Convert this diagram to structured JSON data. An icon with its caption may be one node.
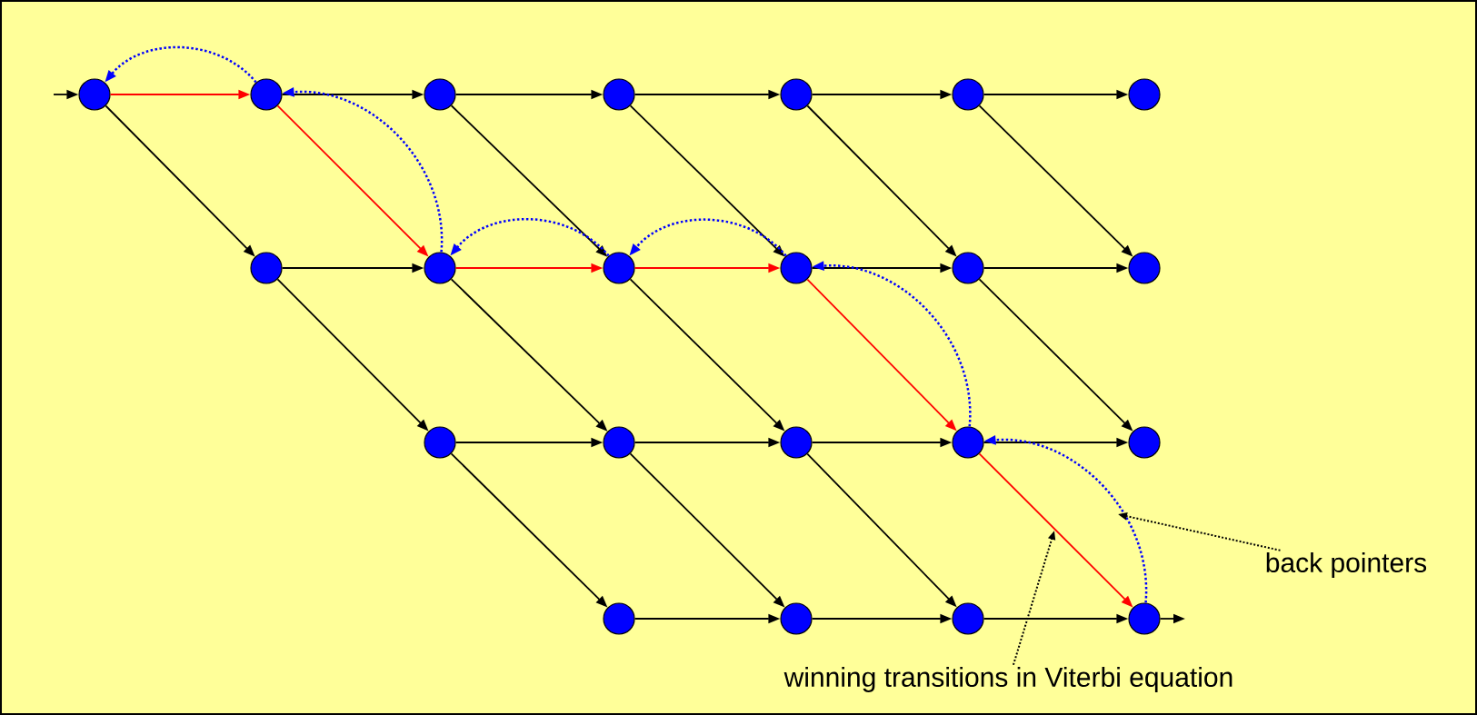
{
  "diagram": {
    "nodes": [
      {
        "text": [],
        "shape": "circle"
      },
      {
        "text": [],
        "shape": "circle"
      },
      {
        "text": [],
        "shape": "circle"
      },
      {
        "text": [],
        "shape": "circle"
      },
      {
        "text": [],
        "shape": "circle"
      },
      {
        "text": [],
        "shape": "circle"
      },
      {
        "text": [],
        "shape": "circle"
      },
      {
        "text": [],
        "shape": "circle"
      },
      {
        "text": [],
        "shape": "circle"
      },
      {
        "text": [],
        "shape": "circle"
      },
      {
        "text": [],
        "shape": "circle"
      },
      {
        "text": [],
        "shape": "circle"
      },
      {
        "text": [],
        "shape": "circle"
      },
      {
        "text": [],
        "shape": "circle"
      },
      {
        "text": [],
        "shape": "circle"
      },
      {
        "text": [],
        "shape": "circle"
      },
      {
        "text": [],
        "shape": "circle"
      },
      {
        "text": [],
        "shape": "circle"
      },
      {
        "text": [],
        "shape": "circle"
      },
      {
        "text": [],
        "shape": "circle"
      },
      {
        "text": [],
        "shape": "circle"
      },
      {
        "text": [],
        "shape": "circle"
      },
      {
        "text": [
          "back pointers"
        ]
      },
      {
        "text": [
          "winning transitions in Viterbi equation"
        ]
      }
    ],
    "edges": [
      {
        "from": null,
        "to": 0,
        "arrow": "to"
      },
      {
        "from": 0,
        "to": 1,
        "arrow": "to",
        "color": "#ff0000"
      },
      {
        "from": 1,
        "to": 2,
        "arrow": "to"
      },
      {
        "from": 2,
        "to": 3,
        "arrow": "to"
      },
      {
        "from": 3,
        "to": 4,
        "arrow": "to"
      },
      {
        "from": 4,
        "to": 5,
        "arrow": "to"
      },
      {
        "from": 5,
        "to": 6,
        "arrow": "to"
      },
      {
        "from": 7,
        "to": 8,
        "arrow": "to"
      },
      {
        "from": 8,
        "to": 9,
        "arrow": "to",
        "color": "#ff0000"
      },
      {
        "from": 9,
        "to": 10,
        "arrow": "to",
        "color": "#ff0000"
      },
      {
        "from": 10,
        "to": 11,
        "arrow": "to"
      },
      {
        "from": 11,
        "to": 12,
        "arrow": "to"
      },
      {
        "from": 13,
        "to": 14,
        "arrow": "to"
      },
      {
        "from": 14,
        "to": 15,
        "arrow": "to"
      },
      {
        "from": 15,
        "to": 16,
        "arrow": "to"
      },
      {
        "from": 16,
        "to": 17,
        "arrow": "to"
      },
      {
        "from": 18,
        "to": 19,
        "arrow": "to"
      },
      {
        "from": 19,
        "to": 20,
        "arrow": "to"
      },
      {
        "from": 20,
        "to": 21,
        "arrow": "to"
      },
      {
        "from": 21,
        "to": null,
        "arrow": "to"
      },
      {
        "from": 0,
        "to": 7,
        "arrow": "to"
      },
      {
        "from": 1,
        "to": 8,
        "arrow": "to",
        "color": "#ff0000"
      },
      {
        "from": 2,
        "to": 9,
        "arrow": "to"
      },
      {
        "from": 3,
        "to": 10,
        "arrow": "to"
      },
      {
        "from": 4,
        "to": 11,
        "arrow": "to"
      },
      {
        "from": 5,
        "to": 12,
        "arrow": "to"
      },
      {
        "from": 7,
        "to": 13,
        "arrow": "to"
      },
      {
        "from": 8,
        "to": 14,
        "arrow": "to"
      },
      {
        "from": 9,
        "to": 15,
        "arrow": "to"
      },
      {
        "from": 10,
        "to": 16,
        "arrow": "to",
        "color": "#ff0000"
      },
      {
        "from": 11,
        "to": 17,
        "arrow": "to"
      },
      {
        "from": 13,
        "to": 18,
        "arrow": "to"
      },
      {
        "from": 14,
        "to": 19,
        "arrow": "to"
      },
      {
        "from": 15,
        "to": 20,
        "arrow": "to"
      },
      {
        "from": 16,
        "to": 21,
        "arrow": "to",
        "color": "#ff0000"
      },
      {
        "from": 1,
        "to": 0,
        "arrow": "to",
        "style": "dashed",
        "color": "#0000ff"
      },
      {
        "from": 8,
        "to": 1,
        "arrow": "to",
        "style": "dashed",
        "color": "#0000ff"
      },
      {
        "from": 9,
        "to": 8,
        "arrow": "to",
        "style": "dashed",
        "color": "#0000ff"
      },
      {
        "from": 10,
        "to": 9,
        "arrow": "to",
        "style": "dashed",
        "color": "#0000ff"
      },
      {
        "from": 16,
        "to": 10,
        "arrow": "to",
        "style": "dashed",
        "color": "#0000ff"
      },
      {
        "from": 21,
        "to": 16,
        "arrow": "to",
        "style": "dashed",
        "color": "#0000ff"
      },
      {
        "from": 22,
        "to": null,
        "arrow": "to",
        "style": "dashed"
      },
      {
        "from": 23,
        "to": null,
        "arrow": "to",
        "style": "dashed"
      }
    ]
  }
}
